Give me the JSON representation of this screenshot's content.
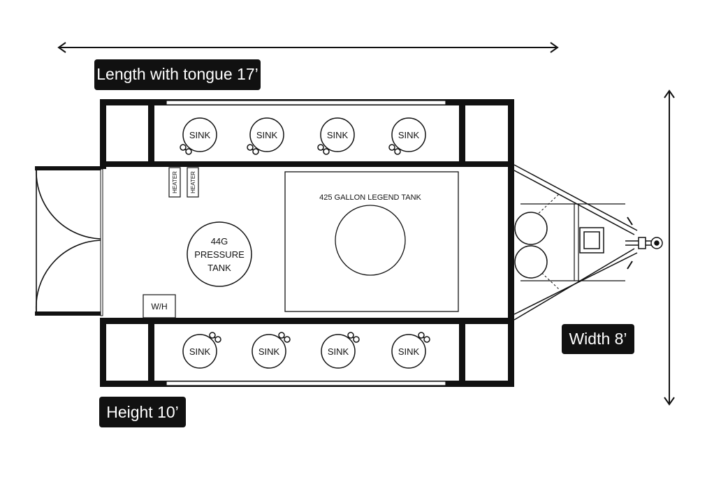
{
  "dimensions": {
    "length": "Length with tongue 17’",
    "width": "Width 8’",
    "height": "Height 10’"
  },
  "fixtures": {
    "sink_label": "SINK",
    "heater_label": "HEATER",
    "water_heater": "W/H",
    "pressure_tank_line1": "44G",
    "pressure_tank_line2": "PRESSURE",
    "pressure_tank_line3": "TANK",
    "legend_tank": "425 GALLON LEGEND TANK"
  },
  "colors": {
    "ink": "#111111",
    "badge": "#111111",
    "badge_text": "#ffffff",
    "background": "#ffffff"
  }
}
